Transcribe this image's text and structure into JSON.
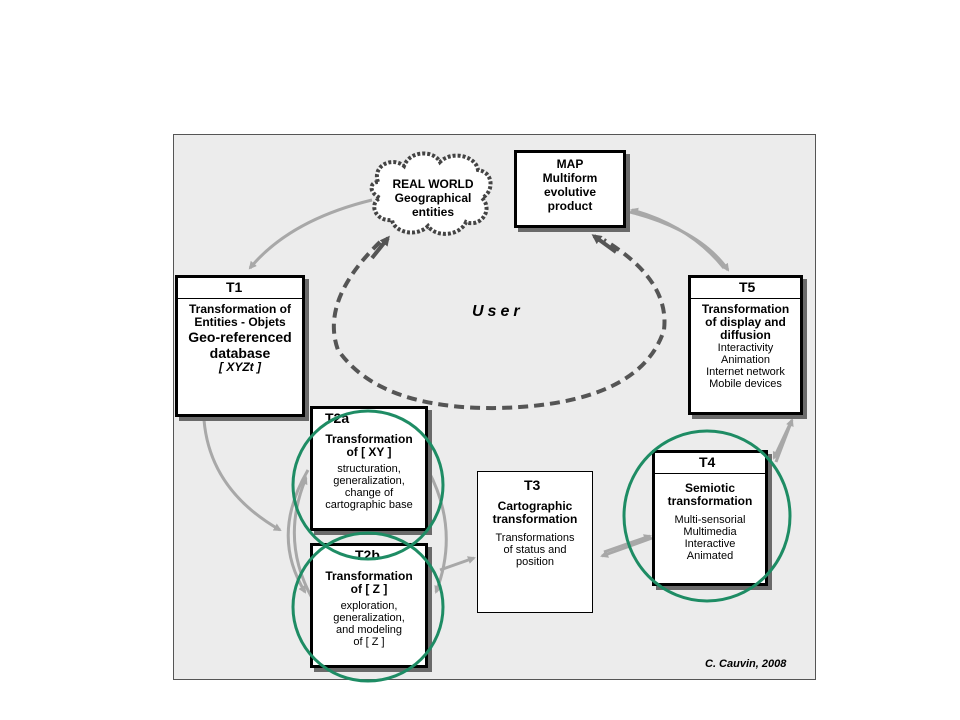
{
  "real_world": {
    "line1": "REAL WORLD",
    "line2": "Geographical",
    "line3": "entities"
  },
  "map": {
    "title": "MAP",
    "line1": "Multiform",
    "line2": "evolutive",
    "line3": "product"
  },
  "user": {
    "label": "User"
  },
  "t1": {
    "head": "T1",
    "l1": "Transformation of",
    "l2": "Entities - Objets",
    "l3": "Geo-referenced",
    "l4": "database",
    "l5": "[ XYZt ]"
  },
  "t5": {
    "head": "T5",
    "l1": "Transformation",
    "l2": "of display and",
    "l3": "diffusion",
    "d1": "Interactivity",
    "d2": "Animation",
    "d3": "Internet network",
    "d4": "Mobile devices"
  },
  "t2a": {
    "head": "T2a",
    "l1": "Transformation",
    "l2": "of [ XY ]",
    "d1": "structuration,",
    "d2": "generalization,",
    "d3": "change of",
    "d4": "cartographic base"
  },
  "t2b": {
    "head": "T2b",
    "l1": "Transformation",
    "l2": "of [ Z ]",
    "d1": "exploration,",
    "d2": "generalization,",
    "d3": "and modeling",
    "d4": "of [ Z ]"
  },
  "t3": {
    "head": "T3",
    "l1": "Cartographic",
    "l2": "transformation",
    "d1": "Transformations",
    "d2": "of status and",
    "d3": "position"
  },
  "t4": {
    "head": "T4",
    "l1": "Semiotic",
    "l2": "transformation",
    "d1": "Multi-sensorial",
    "d2": "Multimedia",
    "d3": "Interactive",
    "d4": "Animated"
  },
  "credit": "C. Cauvin, 2008",
  "colors": {
    "highlight_circle": "#1e8c64",
    "arrow_gray": "#a8a8a8",
    "user_loop": "#555555",
    "frame_bg": "#ececec"
  }
}
